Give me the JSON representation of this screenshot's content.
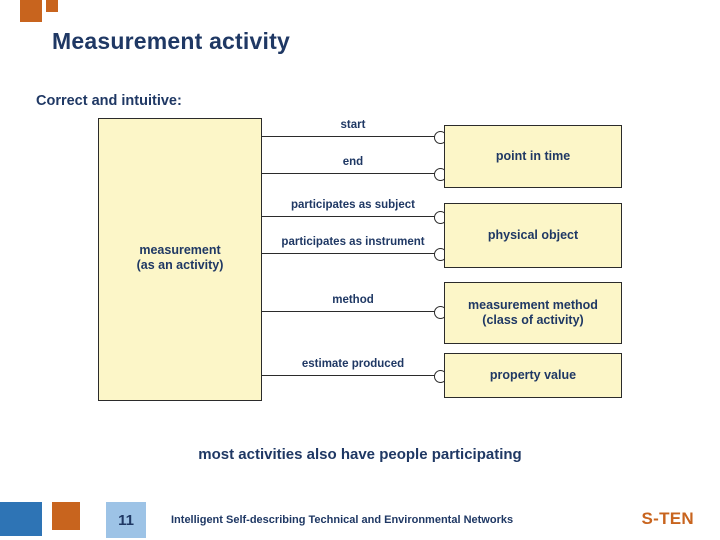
{
  "slide": {
    "title": "Measurement activity",
    "subtitle": "Correct and intuitive:",
    "caption": "most activities also have people participating"
  },
  "diagram": {
    "left_box_label_line1": "measurement",
    "left_box_label_line2": "(as an activity)",
    "relations": [
      {
        "label": "start",
        "target": "point in time"
      },
      {
        "label": "end",
        "target": ""
      },
      {
        "label": "participates as subject",
        "target": "physical object"
      },
      {
        "label": "participates as instrument",
        "target": ""
      },
      {
        "label": "method",
        "target_line1": "measurement method",
        "target_line2": "(class of activity)"
      },
      {
        "label": "estimate produced",
        "target": "property value"
      }
    ],
    "right_boxes": [
      {
        "line1": "point in time",
        "line2": ""
      },
      {
        "line1": "physical object",
        "line2": ""
      },
      {
        "line1": "measurement method",
        "line2": "(class of activity)"
      },
      {
        "line1": "property value",
        "line2": ""
      }
    ]
  },
  "footer": {
    "page_number": "11",
    "text": "Intelligent Self-describing Technical and Environmental Networks",
    "brand": "S-TEN"
  },
  "colors": {
    "title": "#1f3864",
    "accent_orange": "#c8641e",
    "box_fill": "#fcf6c8",
    "blue_block": "#2e74b5",
    "light_blue_block": "#9dc3e6"
  }
}
